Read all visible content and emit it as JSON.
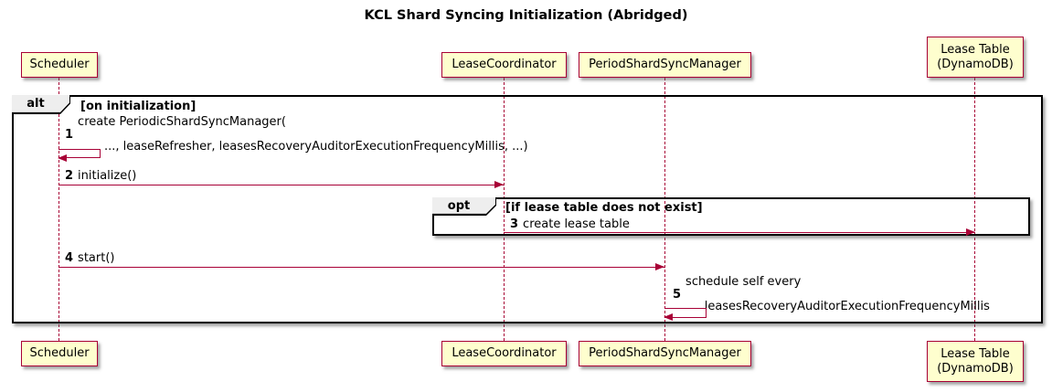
{
  "title": "KCL Shard Syncing Initialization (Abridged)",
  "participants": {
    "scheduler": {
      "label": "Scheduler"
    },
    "lease_coordinator": {
      "label": "LeaseCoordinator"
    },
    "period_shard_sync_manager": {
      "label": "PeriodShardSyncManager"
    },
    "lease_table": {
      "label": "Lease Table",
      "label2": "(DynamoDB)"
    }
  },
  "frames": {
    "alt": {
      "operator": "alt",
      "guard": "[on initialization]"
    },
    "opt": {
      "operator": "opt",
      "guard": "[if lease table does not exist]"
    }
  },
  "messages": {
    "m1": {
      "num": "1",
      "line1": "create PeriodicShardSyncManager(",
      "line2": "   ..., leaseRefresher, leasesRecoveryAuditorExecutionFrequencyMillis, ...)",
      "kind": "self",
      "from": "Scheduler",
      "to": "Scheduler"
    },
    "m2": {
      "num": "2",
      "text": "initialize()",
      "kind": "arrow",
      "from": "Scheduler",
      "to": "LeaseCoordinator"
    },
    "m3": {
      "num": "3",
      "text": "create lease table",
      "kind": "arrow",
      "from": "LeaseCoordinator",
      "to": "Lease Table (DynamoDB)"
    },
    "m4": {
      "num": "4",
      "text": "start()",
      "kind": "arrow",
      "from": "Scheduler",
      "to": "PeriodShardSyncManager"
    },
    "m5": {
      "num": "5",
      "line1": "schedule self every",
      "line2": " leasesRecoveryAuditorExecutionFrequencyMillis",
      "kind": "self",
      "from": "PeriodShardSyncManager",
      "to": "PeriodShardSyncManager"
    }
  },
  "colors": {
    "participant_fill": "#FEFECE",
    "participant_border": "#A80036",
    "arrow": "#A80036",
    "lifeline": "#A80036",
    "frame_border": "#000000",
    "frame_header_fill": "#EEEEEE",
    "background": "#FFFFFF",
    "text": "#000000"
  }
}
